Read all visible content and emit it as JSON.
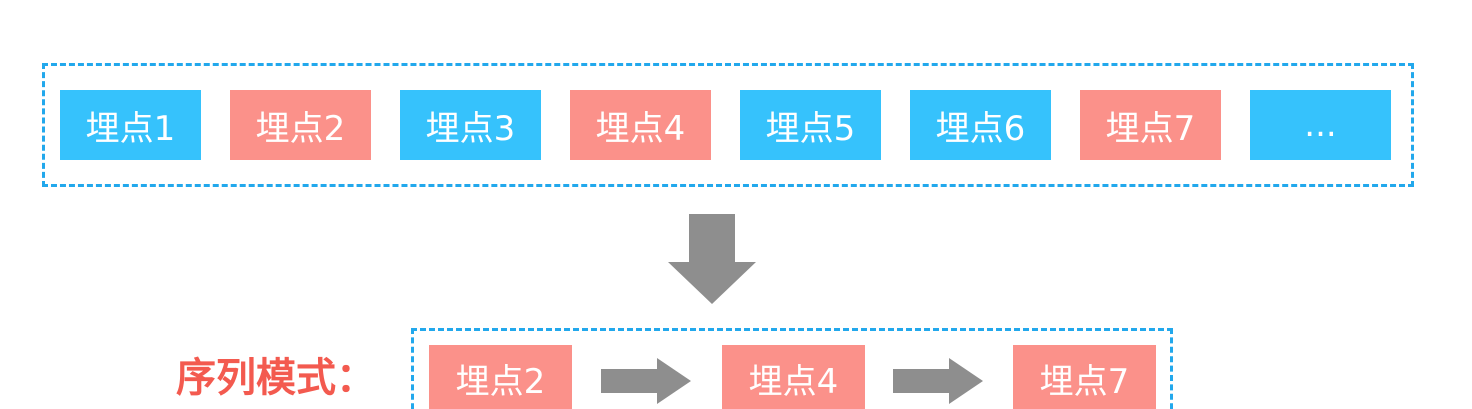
{
  "top_row": {
    "chips": [
      {
        "label": "埋点1",
        "color": "#36c2fc"
      },
      {
        "label": "埋点2",
        "color": "#fb918a"
      },
      {
        "label": "埋点3",
        "color": "#36c2fc"
      },
      {
        "label": "埋点4",
        "color": "#fb918a"
      },
      {
        "label": "埋点5",
        "color": "#36c2fc"
      },
      {
        "label": "埋点6",
        "color": "#36c2fc"
      },
      {
        "label": "埋点7",
        "color": "#fb918a"
      },
      {
        "label": "...",
        "color": "#36c2fc"
      }
    ]
  },
  "bottom_row": {
    "mode_label": "序列模式：",
    "chips": [
      {
        "label": "埋点2",
        "color": "#fb918a"
      },
      {
        "label": "埋点4",
        "color": "#fb918a"
      },
      {
        "label": "埋点7",
        "color": "#fb918a"
      }
    ]
  },
  "colors": {
    "dashed_border": "#22a8ec",
    "arrow": "#8e8e8e",
    "label_red": "#f35a4f"
  },
  "icons": {
    "down_arrow": "arrow-down-icon",
    "right_arrow": "arrow-right-icon"
  }
}
